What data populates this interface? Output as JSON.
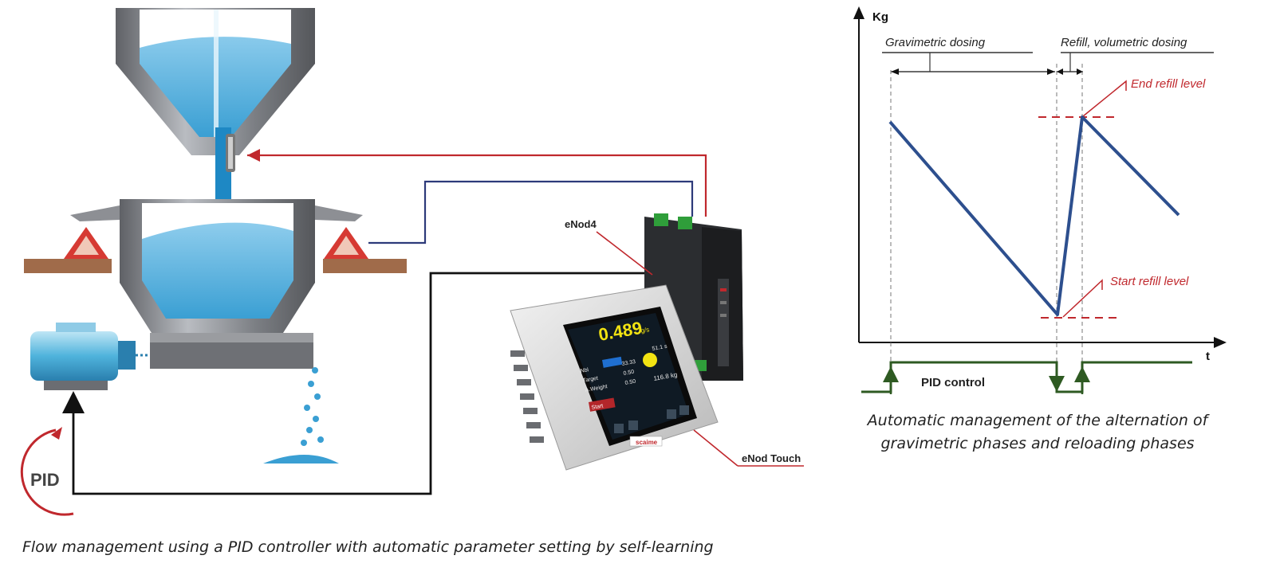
{
  "labels": {
    "pid_loop": "PID",
    "enod4": "eNod4",
    "enod_touch": "eNod Touch",
    "brand": "scaime"
  },
  "screen": {
    "flow_value": "0.489",
    "flow_unit": "g/s",
    "status_row": "51.1 s",
    "row1_label": "Nbl",
    "row1_value": "33.33",
    "row2_label": "Target",
    "row2_value": "0.50",
    "row3_label": "A.Weight",
    "row3_value": "0.50",
    "total": "116.8 kg",
    "button_start": "Start"
  },
  "chart": {
    "y_axis": "Kg",
    "x_axis": "t",
    "phase_gravimetric": "Gravimetric dosing",
    "phase_refill": "Refill, volumetric dosing",
    "end_refill": "End refill level",
    "start_refill": "Start refill level",
    "pid_control": "PID control"
  },
  "captions": {
    "left": "Flow management using a PID controller with automatic parameter setting by self-learning",
    "right": "Automatic management of the alternation of gravimetric phases and reloading phases"
  },
  "colors": {
    "weight_line": "#2d4f8e",
    "pid_signal": "#2e5a22",
    "annotation_red": "#c0282d",
    "material_blue": "#3aa3d6",
    "steel_gray": "#8a8d92"
  }
}
